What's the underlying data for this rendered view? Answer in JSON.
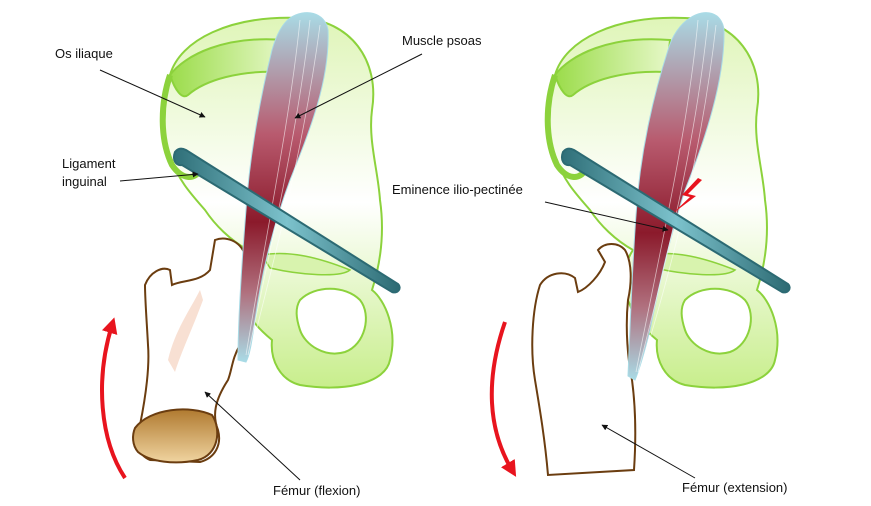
{
  "labels": {
    "os_iliaque": "Os iliaque",
    "muscle_psoas": "Muscle psoas",
    "ligament_line1": "Ligament",
    "ligament_line2": "inguinal",
    "eminence": "Eminence ilio-pectinée",
    "femur_flexion": "Fémur (flexion)",
    "femur_extension": "Fémur (extension)"
  },
  "colors": {
    "bone_outline": "#8cd23c",
    "bone_fill": "#dcf5b4",
    "femur_outline": "#6b3d10",
    "muscle_dark": "#8b1a2b",
    "muscle_light": "#a9dbe6",
    "ligament": "#3a8a96",
    "arrow_red": "#e8141e",
    "pain_flash": "#e8141e"
  },
  "icons": {
    "pain": "lightning-bolt-icon"
  }
}
